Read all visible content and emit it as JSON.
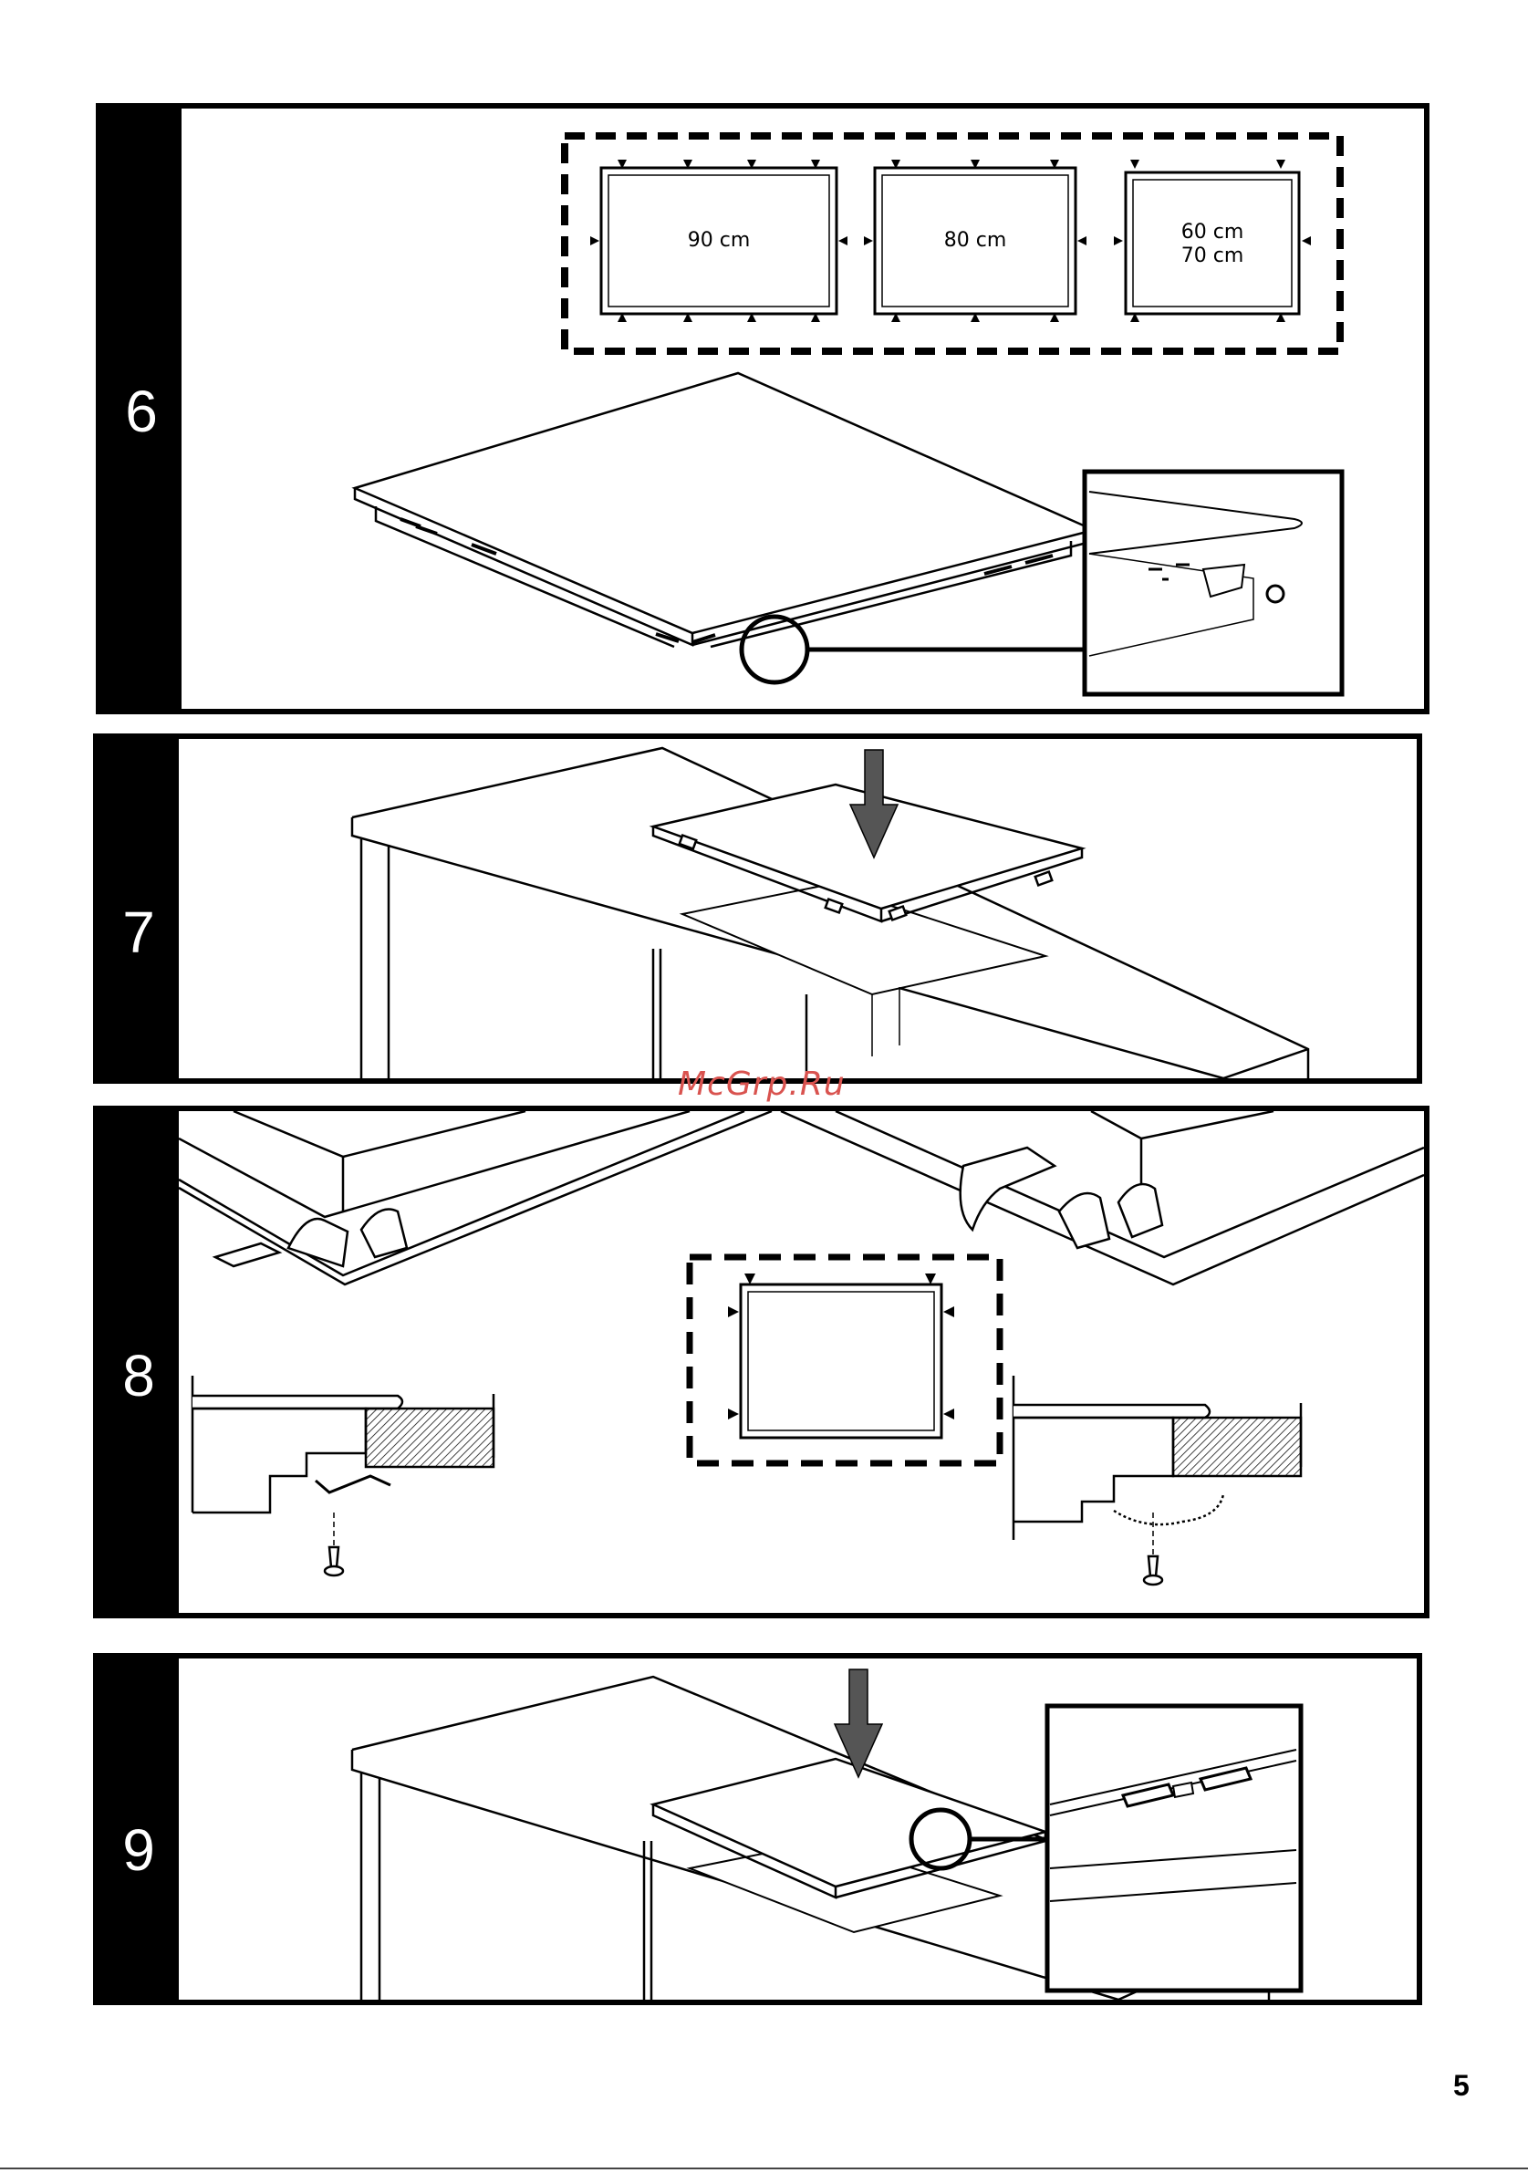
{
  "watermark": "McGrp.Ru",
  "page_number": "5",
  "steps": [
    {
      "number": "6",
      "sizes": [
        {
          "label": "90 cm"
        },
        {
          "label": "80 cm"
        },
        {
          "label_line1": "60 cm",
          "label_line2": "70 cm"
        }
      ]
    },
    {
      "number": "7"
    },
    {
      "number": "8"
    },
    {
      "number": "9"
    }
  ]
}
